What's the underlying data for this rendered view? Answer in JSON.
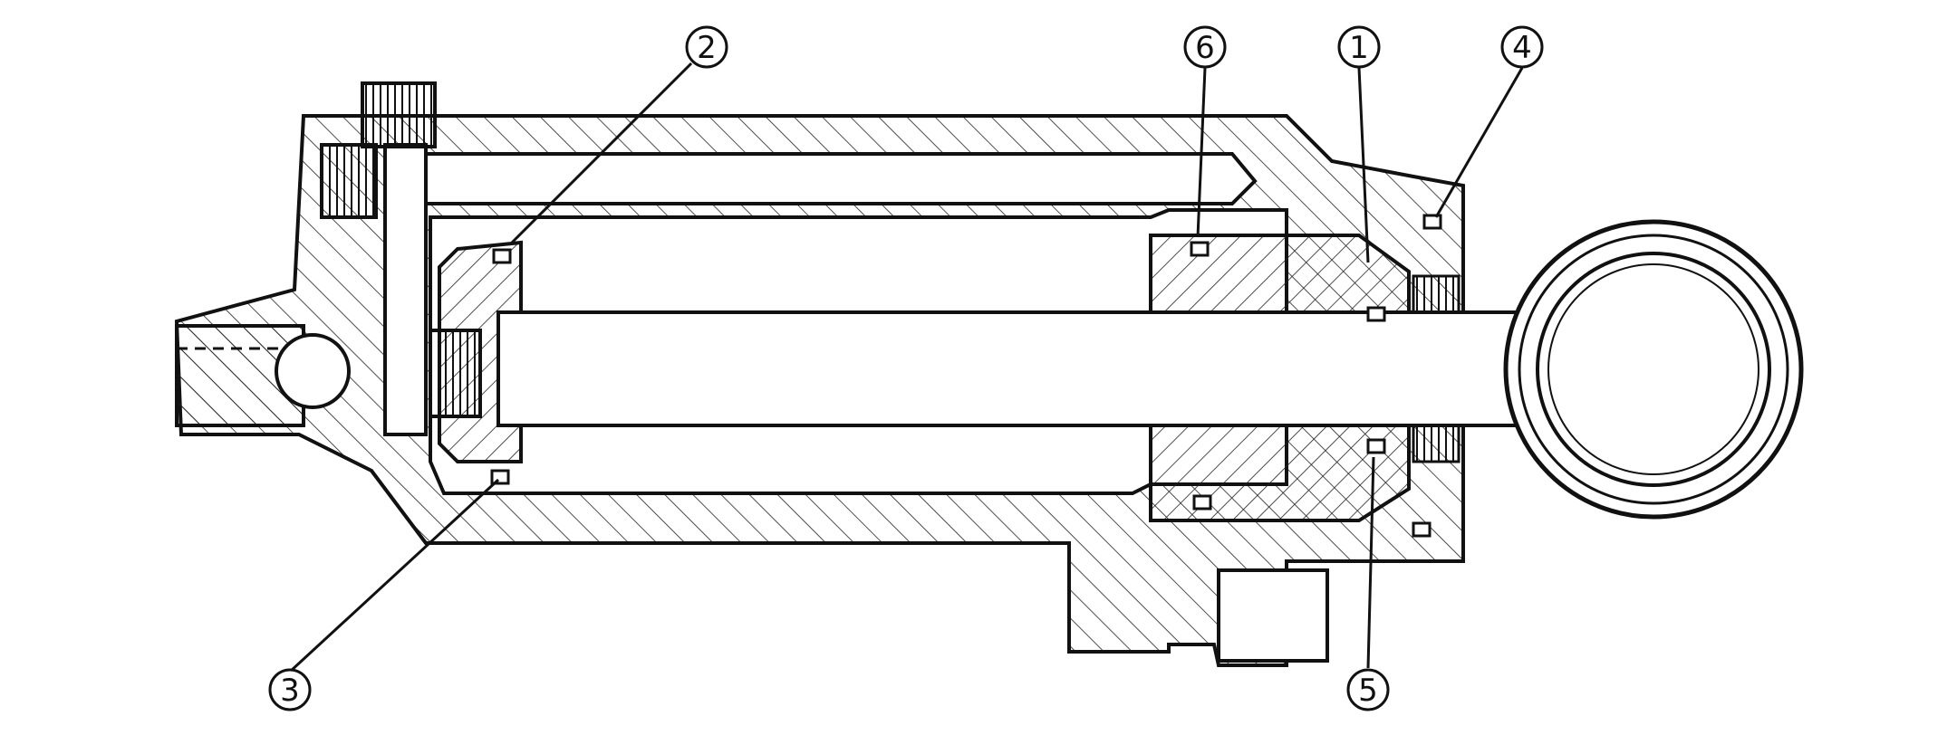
{
  "diagram": {
    "stroke_color": "#111111",
    "background_color": "#ffffff",
    "callouts": [
      {
        "id": "1",
        "label": "1"
      },
      {
        "id": "2",
        "label": "2"
      },
      {
        "id": "3",
        "label": "3"
      },
      {
        "id": "4",
        "label": "4"
      },
      {
        "id": "5",
        "label": "5"
      },
      {
        "id": "6",
        "label": "6"
      }
    ]
  }
}
